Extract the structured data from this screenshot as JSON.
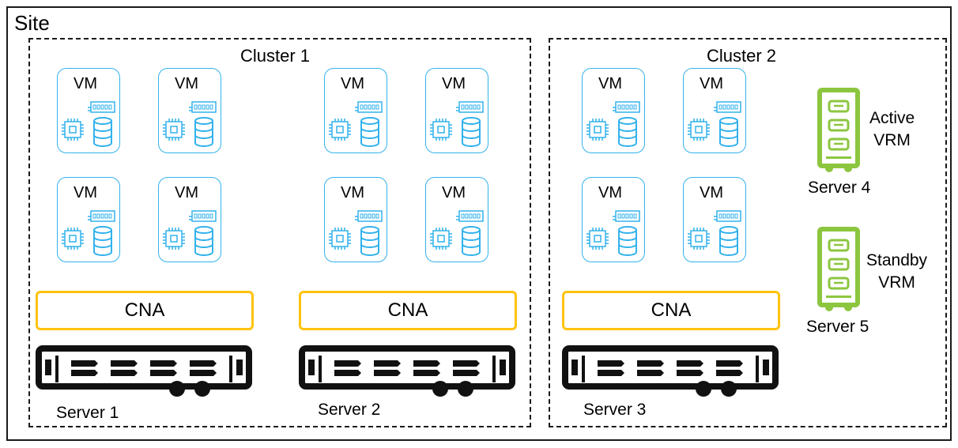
{
  "site": {
    "label": "Site"
  },
  "clusters": [
    {
      "label": "Cluster 1"
    },
    {
      "label": "Cluster 2"
    }
  ],
  "vm_label": "VM",
  "cna_label": "CNA",
  "servers": [
    {
      "label": "Server 1"
    },
    {
      "label": "Server 2"
    },
    {
      "label": "Server 3"
    },
    {
      "label": "Server 4"
    },
    {
      "label": "Server 5"
    }
  ],
  "vrm": {
    "active": {
      "line1": "Active",
      "line2": "VRM"
    },
    "standby": {
      "line1": "Standby",
      "line2": "VRM"
    }
  },
  "colors": {
    "vm_border": "#33b2ec",
    "cna_border": "#ffc20e",
    "vrm_green": "#8cc63f",
    "server_black": "#111111"
  }
}
